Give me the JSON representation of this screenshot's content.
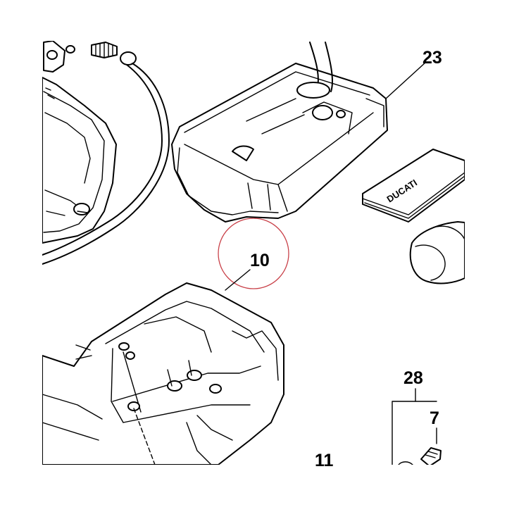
{
  "diagram": {
    "labels": {
      "part_23": "23",
      "part_10": "10",
      "part_28": "28",
      "part_7": "7",
      "part_11": "11"
    },
    "manual_brand": "DUCATI",
    "highlight_color": "#c9424a",
    "line_color": "#000000"
  }
}
